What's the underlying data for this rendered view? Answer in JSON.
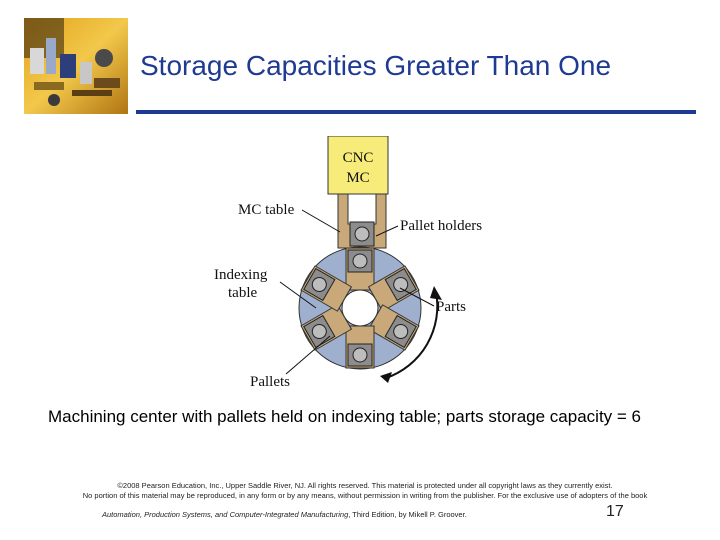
{
  "title": "Storage Capacities Greater Than One",
  "diagram": {
    "cnc_line1": "CNC",
    "cnc_line2": "MC",
    "mc_table": "MC table",
    "pallet_holders": "Pallet holders",
    "indexing_line1": "Indexing",
    "indexing_line2": "table",
    "parts": "Parts",
    "pallets": "Pallets"
  },
  "caption": "Machining center with pallets held on indexing table; parts storage capacity = 6",
  "copyright": {
    "line1": "©2008 Pearson Education, Inc., Upper Saddle River, NJ. All rights reserved. This material is protected under all copyright laws as they currently exist.",
    "line2": "No portion of this material may be reproduced, in any form or by any means, without permission in writing from the publisher. For the exclusive use of adopters of the book"
  },
  "book": {
    "title_part1": "Automation, Production Systems, and Computer-Integrated Manufacturing",
    "rest": ", Third Edition, by Mikell P. Groover."
  },
  "page_number": "17",
  "colors": {
    "title": "#1f3a93",
    "cnc_box": "#f7ec7a",
    "table_disk": "#9fb0cf",
    "holder": "#c9a979",
    "pallet_square": "#8c8c8c"
  }
}
